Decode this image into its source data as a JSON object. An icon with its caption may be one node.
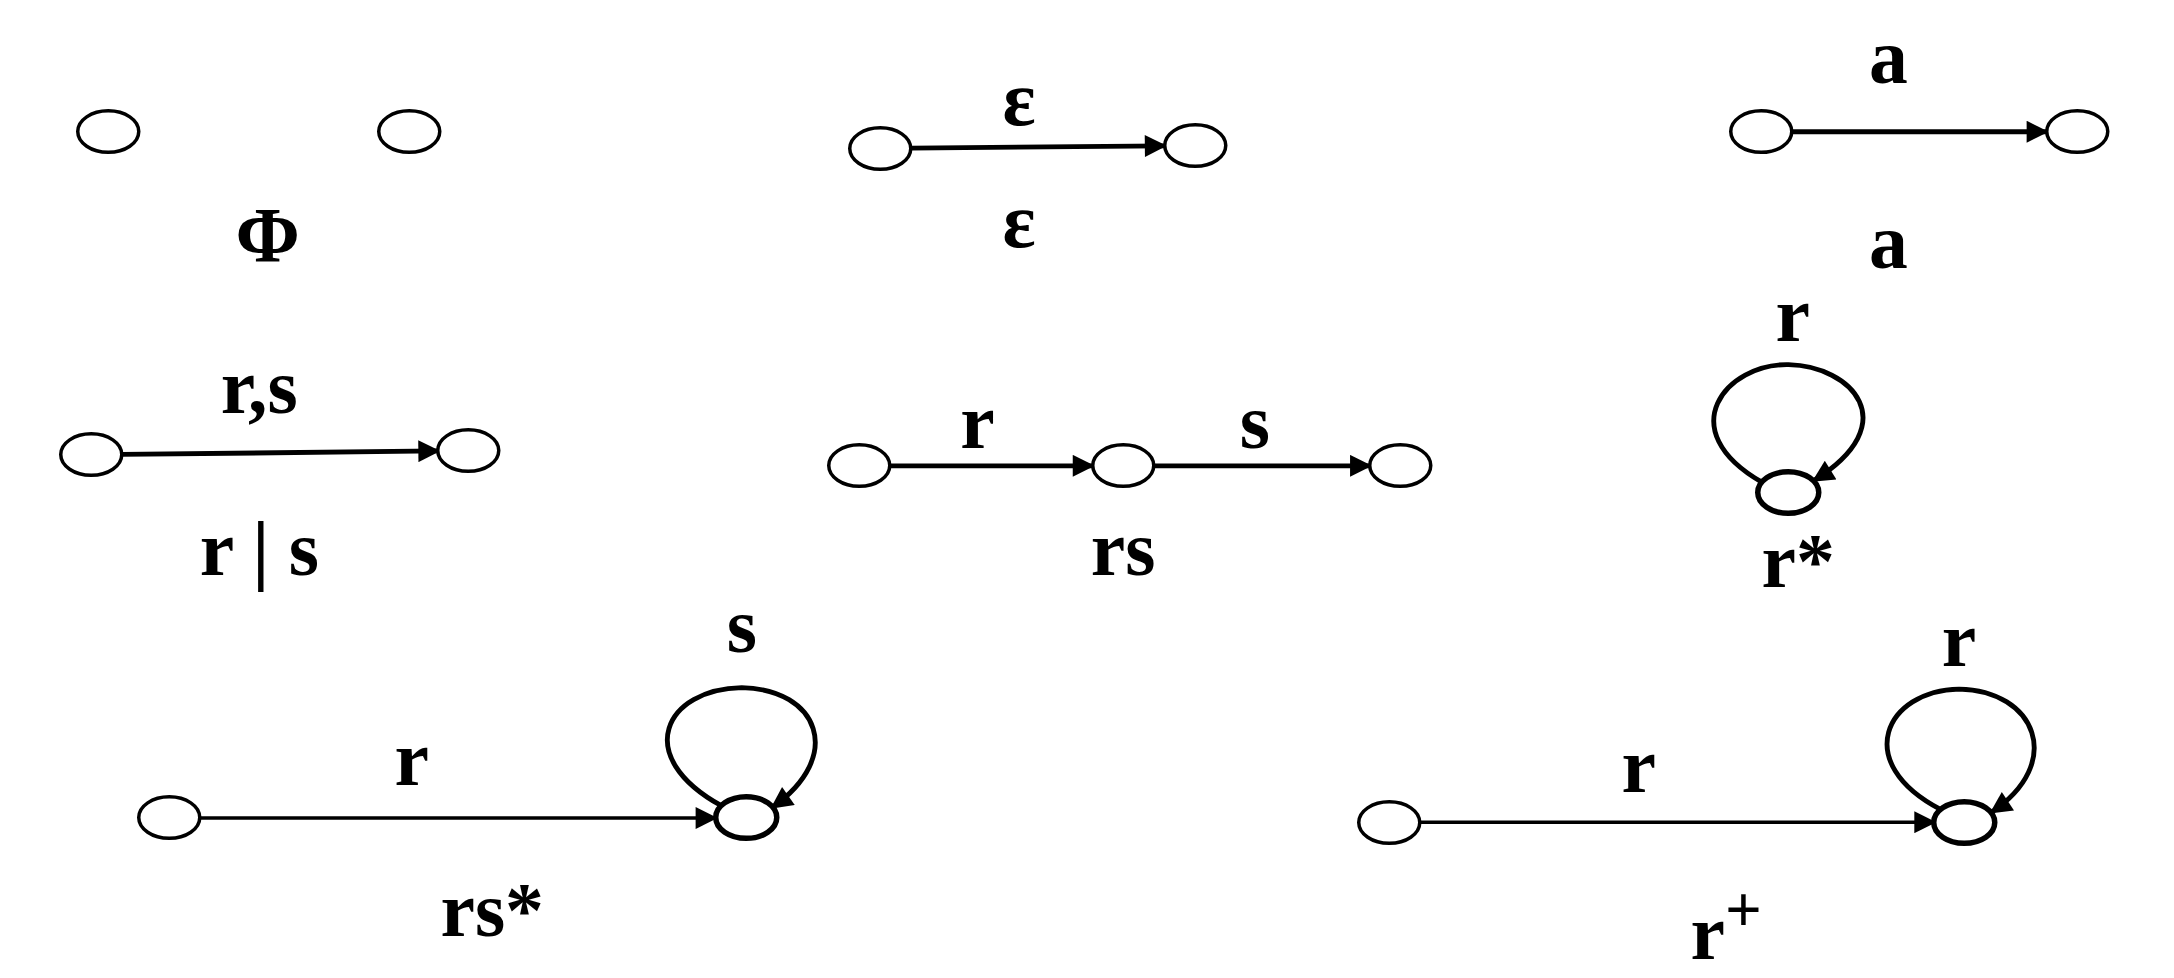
{
  "diagram": {
    "nodes": [
      {
        "text": [],
        "shape": "circle"
      },
      {
        "text": [],
        "shape": "circle"
      },
      {
        "text": [],
        "shape": "circle"
      },
      {
        "text": [],
        "shape": "circle"
      },
      {
        "text": [],
        "shape": "circle"
      },
      {
        "text": [],
        "shape": "circle"
      },
      {
        "text": [],
        "shape": "circle"
      },
      {
        "text": [],
        "shape": "circle"
      },
      {
        "text": [],
        "shape": "circle"
      },
      {
        "text": [],
        "shape": "circle"
      },
      {
        "text": [],
        "shape": "circle"
      },
      {
        "text": [],
        "shape": "circle"
      },
      {
        "text": [],
        "shape": "circle"
      },
      {
        "text": [],
        "shape": "circle"
      },
      {
        "text": [],
        "shape": "circle"
      },
      {
        "text": [],
        "shape": "circle"
      }
    ],
    "edges": [
      {
        "from": 2,
        "to": 3,
        "arrow": "to",
        "label": "ε"
      },
      {
        "from": 4,
        "to": 5,
        "arrow": "to",
        "label": "a"
      },
      {
        "from": 6,
        "to": 7,
        "arrow": "to",
        "label": "r,s"
      },
      {
        "from": 8,
        "to": 9,
        "arrow": "to",
        "label": "r"
      },
      {
        "from": 9,
        "to": 10,
        "arrow": "to",
        "label": "s"
      },
      {
        "from": 11,
        "to": 11,
        "arrow": "to",
        "label": "r"
      },
      {
        "from": 12,
        "to": 13,
        "arrow": "to",
        "label": "r"
      },
      {
        "from": 13,
        "to": 13,
        "arrow": "to",
        "label": "s"
      },
      {
        "from": 14,
        "to": 15,
        "arrow": "to",
        "label": "r"
      },
      {
        "from": 15,
        "to": 15,
        "arrow": "to",
        "label": "r"
      }
    ],
    "labels": [
      "Φ",
      "ε",
      "a",
      "r | s",
      "rs",
      "r*",
      "rs*",
      "r$^{+}$"
    ]
  }
}
